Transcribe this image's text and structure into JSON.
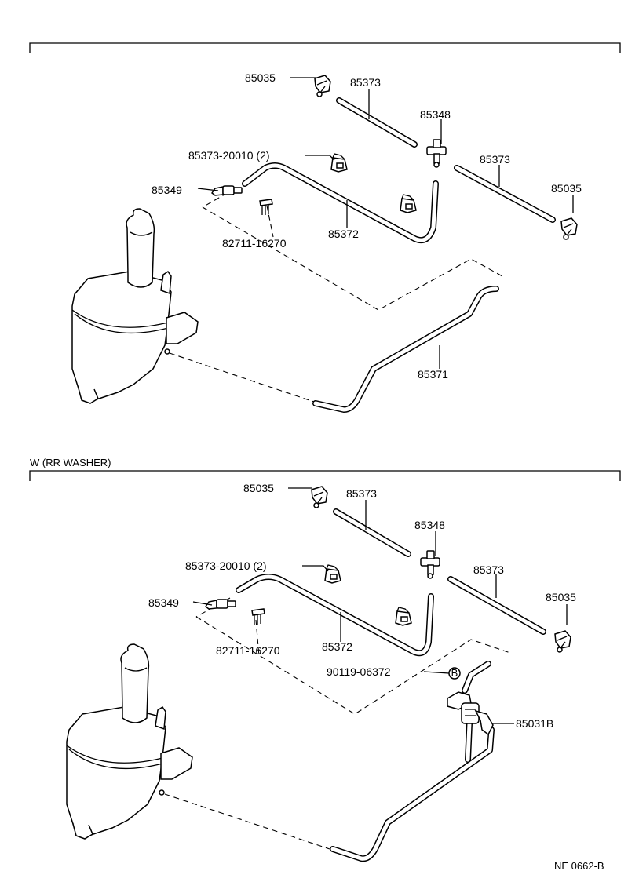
{
  "upper": {
    "labels": {
      "nozzle_left": "85035",
      "hose_upper_left": "85373",
      "joint": "85348",
      "hose_upper_right": "85373",
      "nozzle_right": "85035",
      "clamp": "85373-20010 (2)",
      "check_valve": "85349",
      "clip": "82711-16270",
      "hose_long": "85372",
      "hose_tank": "85371"
    }
  },
  "lower": {
    "title": "W (RR  WASHER)",
    "labels": {
      "nozzle_left": "85035",
      "hose_upper_left": "85373",
      "joint": "85348",
      "hose_upper_right": "85373",
      "nozzle_right": "85035",
      "clamp": "85373-20010 (2)",
      "check_valve": "85349",
      "clip": "82711-16270",
      "hose_long": "85372",
      "bolt": "90119-06372",
      "bolt_symbol": "B",
      "valve": "85031B"
    }
  },
  "footer": {
    "code": "NE 0662-B"
  }
}
